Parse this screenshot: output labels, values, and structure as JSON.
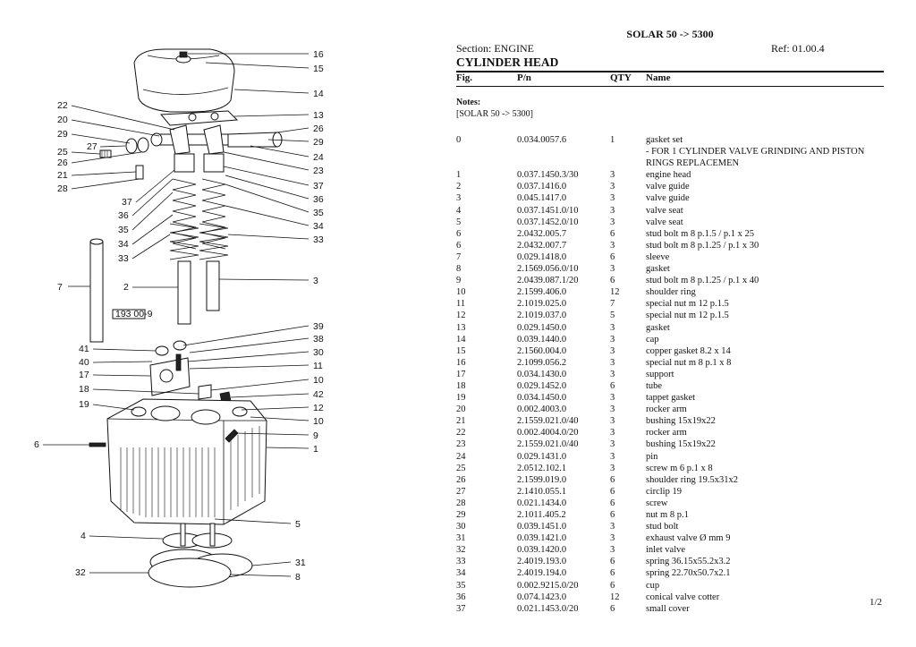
{
  "header": {
    "title": "SOLAR 50 -> 5300",
    "section": "Section: ENGINE",
    "ref": "Ref: 01.00.4",
    "heading": "CYLINDER HEAD"
  },
  "columns": {
    "fig": "Fig.",
    "pn": "P/n",
    "qty": "QTY",
    "name": "Name"
  },
  "notes": {
    "label": "Notes:",
    "text": "[SOLAR 50 -> 5300]"
  },
  "rows": [
    {
      "fig": "0",
      "pn": "0.034.0057.6",
      "qty": "1",
      "name": "gasket set"
    },
    {
      "fig": "",
      "pn": "",
      "qty": "",
      "name": "- FOR 1 CYLINDER VALVE GRINDING AND PISTON"
    },
    {
      "fig": "",
      "pn": "",
      "qty": "",
      "name": "RINGS REPLACEMEN"
    },
    {
      "fig": "1",
      "pn": "0.037.1450.3/30",
      "qty": "3",
      "name": "engine head"
    },
    {
      "fig": "2",
      "pn": "0.037.1416.0",
      "qty": "3",
      "name": "valve guide"
    },
    {
      "fig": "3",
      "pn": "0.045.1417.0",
      "qty": "3",
      "name": "valve guide"
    },
    {
      "fig": "4",
      "pn": "0.037.1451.0/10",
      "qty": "3",
      "name": "valve seat"
    },
    {
      "fig": "5",
      "pn": "0.037.1452.0/10",
      "qty": "3",
      "name": "valve seat"
    },
    {
      "fig": "6",
      "pn": "2.0432.005.7",
      "qty": "6",
      "name": "stud bolt m 8 p.1.5 / p.1 x 25"
    },
    {
      "fig": "6",
      "pn": "2.0432.007.7",
      "qty": "3",
      "name": "stud bolt m 8 p.1.25 / p.1 x 30"
    },
    {
      "fig": "7",
      "pn": "0.029.1418.0",
      "qty": "6",
      "name": "sleeve"
    },
    {
      "fig": "8",
      "pn": "2.1569.056.0/10",
      "qty": "3",
      "name": "gasket"
    },
    {
      "fig": "9",
      "pn": "2.0439.087.1/20",
      "qty": "6",
      "name": "stud bolt m 8 p.1.25 / p.1 x 40"
    },
    {
      "fig": "10",
      "pn": "2.1599.406.0",
      "qty": "12",
      "name": "shoulder ring"
    },
    {
      "fig": "11",
      "pn": "2.1019.025.0",
      "qty": "7",
      "name": "special nut m 12 p.1.5"
    },
    {
      "fig": "12",
      "pn": "2.1019.037.0",
      "qty": "5",
      "name": "special nut m 12 p.1.5"
    },
    {
      "fig": "13",
      "pn": "0.029.1450.0",
      "qty": "3",
      "name": "gasket"
    },
    {
      "fig": "14",
      "pn": "0.039.1440.0",
      "qty": "3",
      "name": "cap"
    },
    {
      "fig": "15",
      "pn": "2.1560.004.0",
      "qty": "3",
      "name": "copper gasket 8.2 x 14"
    },
    {
      "fig": "16",
      "pn": "2.1099.056.2",
      "qty": "3",
      "name": "special nut m 8 p.1 x 8"
    },
    {
      "fig": "17",
      "pn": "0.034.1430.0",
      "qty": "3",
      "name": "support"
    },
    {
      "fig": "18",
      "pn": "0.029.1452.0",
      "qty": "6",
      "name": "tube"
    },
    {
      "fig": "19",
      "pn": "0.034.1450.0",
      "qty": "3",
      "name": "tappet gasket"
    },
    {
      "fig": "20",
      "pn": "0.002.4003.0",
      "qty": "3",
      "name": "rocker arm"
    },
    {
      "fig": "21",
      "pn": "2.1559.021.0/40",
      "qty": "3",
      "name": "bushing 15x19x22"
    },
    {
      "fig": "22",
      "pn": "0.002.4004.0/20",
      "qty": "3",
      "name": "rocker arm"
    },
    {
      "fig": "23",
      "pn": "2.1559.021.0/40",
      "qty": "3",
      "name": "bushing 15x19x22"
    },
    {
      "fig": "24",
      "pn": "0.029.1431.0",
      "qty": "3",
      "name": "pin"
    },
    {
      "fig": "25",
      "pn": "2.0512.102.1",
      "qty": "3",
      "name": "screw m 6 p.1 x 8"
    },
    {
      "fig": "26",
      "pn": "2.1599.019.0",
      "qty": "6",
      "name": "shoulder ring 19.5x31x2"
    },
    {
      "fig": "27",
      "pn": "2.1410.055.1",
      "qty": "6",
      "name": "circlip 19"
    },
    {
      "fig": "28",
      "pn": "0.021.1434.0",
      "qty": "6",
      "name": "screw"
    },
    {
      "fig": "29",
      "pn": "2.1011.405.2",
      "qty": "6",
      "name": "nut m 8 p.1"
    },
    {
      "fig": "30",
      "pn": "0.039.1451.0",
      "qty": "3",
      "name": "stud bolt"
    },
    {
      "fig": "31",
      "pn": "0.039.1421.0",
      "qty": "3",
      "name": "exhaust valve Ø mm 9"
    },
    {
      "fig": "32",
      "pn": "0.039.1420.0",
      "qty": "3",
      "name": "inlet valve"
    },
    {
      "fig": "33",
      "pn": "2.4019.193.0",
      "qty": "6",
      "name": "spring 36.15x55.2x3.2"
    },
    {
      "fig": "34",
      "pn": "2.4019.194.0",
      "qty": "6",
      "name": "spring 22.70x50.7x2.1"
    },
    {
      "fig": "35",
      "pn": "0.002.9215.0/20",
      "qty": "6",
      "name": "cup"
    },
    {
      "fig": "36",
      "pn": "0.074.1423.0",
      "qty": "12",
      "name": "conical valve cotter"
    },
    {
      "fig": "37",
      "pn": "0.021.1453.0/20",
      "qty": "6",
      "name": "small cover"
    }
  ],
  "page": "1/2",
  "diagram": {
    "callouts_right": [
      "16",
      "15",
      "14",
      "13",
      "26",
      "29",
      "24",
      "23",
      "37",
      "36",
      "35",
      "34",
      "33",
      "3",
      "39",
      "38",
      "30",
      "11",
      "10",
      "42",
      "12",
      "10",
      "9",
      "1",
      "5",
      "31",
      "8"
    ],
    "callouts_left": [
      "22",
      "20",
      "29",
      "25",
      "27",
      "26",
      "21",
      "28",
      "37",
      "36",
      "35",
      "34",
      "33",
      "7",
      "2",
      "41",
      "40",
      "17",
      "18",
      "19",
      "6",
      "4",
      "32"
    ],
    "stamp": "193 00-9"
  }
}
